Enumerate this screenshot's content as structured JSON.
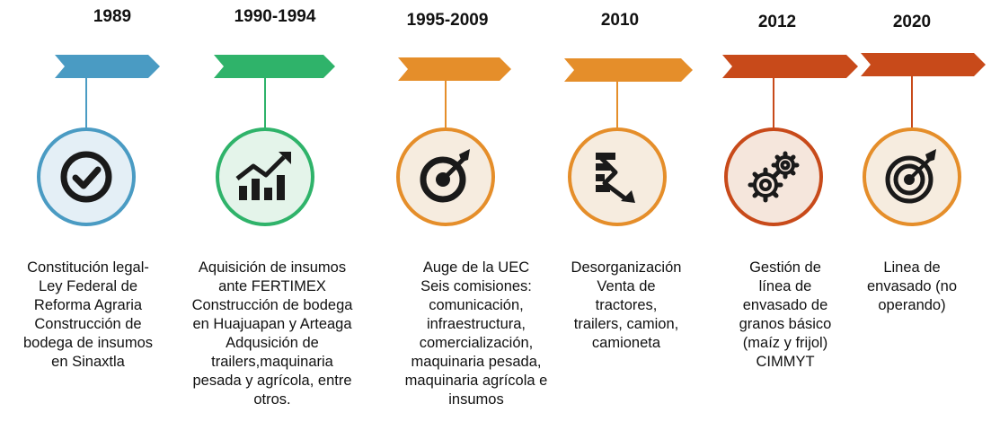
{
  "timeline": {
    "milestones": [
      {
        "year": "1989",
        "icon": "check-icon",
        "color": "#4a9bc3",
        "bg": "#e4eff6",
        "description": "Constitución legal-\nLey Federal de\nReforma Agraria\nConstrucción de\nbodega de insumos\nen Sinaxtla"
      },
      {
        "year": "1990-1994",
        "icon": "growth-chart-icon",
        "color": "#2fb36a",
        "bg": "#e4f4ea",
        "description": "Aquisición de insumos\nante FERTIMEX\nConstrucción de bodega\nen Huajuapan y Arteaga\nAdqusición de\ntrailers,maquinaria\npesada y agrícola, entre\notros."
      },
      {
        "year": "1995-2009",
        "icon": "target-arrow-icon",
        "color": "#e58e2a",
        "bg": "#f6ecdf",
        "description": "Auge de la UEC\nSeis comisiones:\ncomunicación,\ninfraestructura,\ncomercialización,\nmaquinaria pesada,\nmaquinaria agrícola e\ninsumos"
      },
      {
        "year": "2010",
        "icon": "decline-icon",
        "color": "#e58e2a",
        "bg": "#f6ecdf",
        "description": "Desorganización\nVenta de\ntractores,\ntrailers, camion,\ncamioneta"
      },
      {
        "year": "2012",
        "icon": "gears-icon",
        "color": "#c84a1a",
        "bg": "#f5e6dc",
        "description": "Gestión de\nlínea de\nenvasado de\ngranos básico\n(maíz y frijol)\nCIMMYT"
      },
      {
        "year": "2020",
        "icon": "bullseye-icon",
        "color": "#c84a1a",
        "bg": "#f6ecdf",
        "description": "Linea de\nenvasado (no\noperando)"
      }
    ]
  }
}
